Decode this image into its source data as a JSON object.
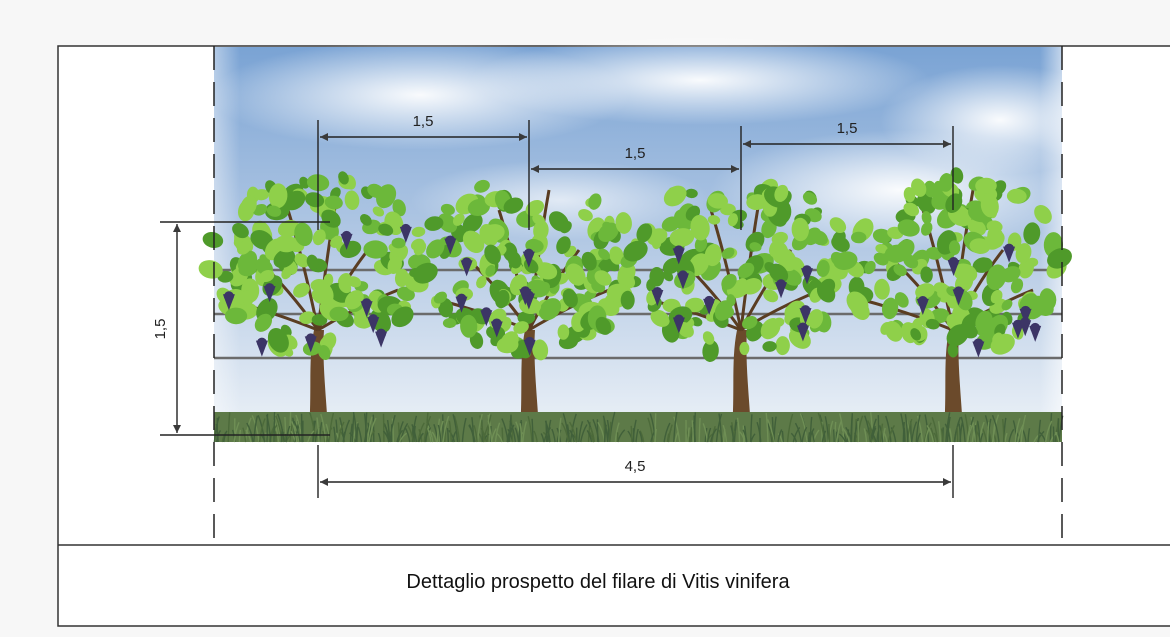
{
  "drawing": {
    "caption": "Dettaglio prospetto del filare di  Vitis vinifera",
    "spacing_label_1": "1,5",
    "spacing_label_2": "1,5",
    "spacing_label_3": "1,5",
    "height_label": "1,5",
    "total_length_label": "4,5"
  },
  "plants": [
    {
      "name": "vine-1"
    },
    {
      "name": "vine-2"
    },
    {
      "name": "vine-3"
    },
    {
      "name": "vine-4"
    }
  ],
  "colors": {
    "sky_top": "#7fa7d6",
    "sky_bottom": "#e8eef6",
    "foliage": "#4f9a2a",
    "foliage_light": "#8fd04a",
    "grape": "#3c3566",
    "trunk": "#6b4a2b",
    "grass": "#4c6a3a",
    "line": "#333333"
  }
}
